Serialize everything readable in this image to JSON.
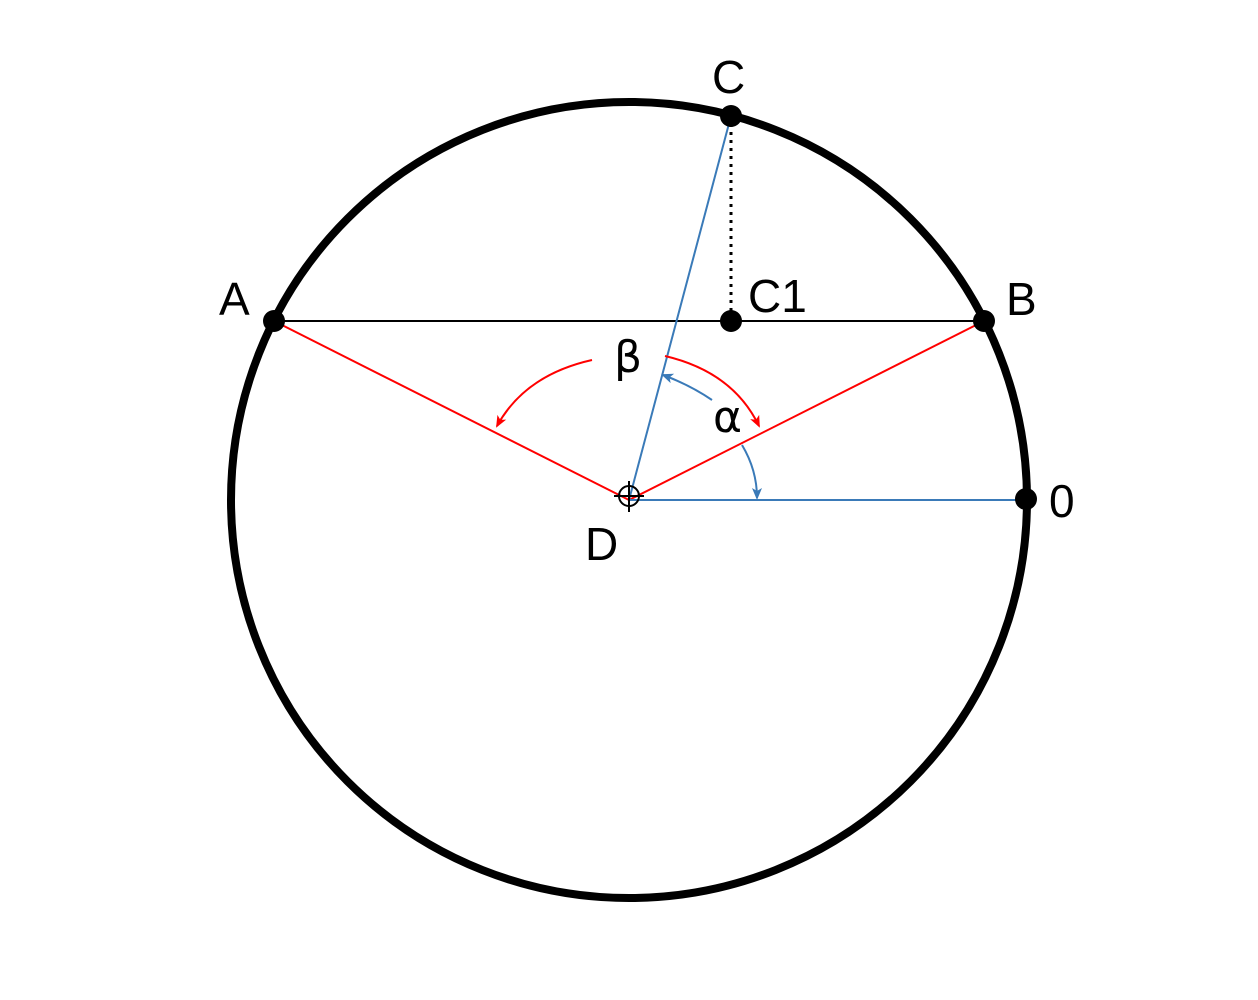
{
  "diagram": {
    "points": {
      "A": "A",
      "B": "B",
      "C": "C",
      "C1": "C1",
      "D": "D",
      "zero": "0"
    },
    "angles": {
      "alpha": "α",
      "beta": "β"
    },
    "colors": {
      "circle": "#000000",
      "chord": "#000000",
      "radius_red": "#ff0000",
      "radius_blue": "#3a7ab8",
      "projection_dotted": "#000000"
    }
  }
}
